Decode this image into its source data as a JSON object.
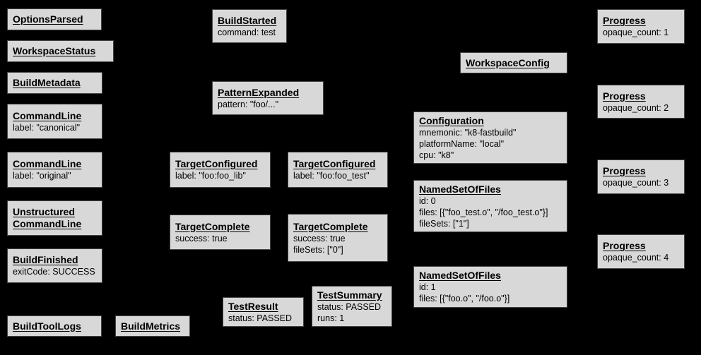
{
  "diagram": {
    "background": "#000000",
    "node_fill": "#d8d8d8",
    "node_border": "#454545",
    "text_color": "#000000"
  },
  "nodes": [
    {
      "title_lines": [
        "OptionsParsed"
      ],
      "lines": []
    },
    {
      "title_lines": [
        "WorkspaceStatus"
      ],
      "lines": []
    },
    {
      "title_lines": [
        "BuildMetadata"
      ],
      "lines": []
    },
    {
      "title_lines": [
        "CommandLine"
      ],
      "lines": [
        "label: \"canonical\""
      ]
    },
    {
      "title_lines": [
        "CommandLine"
      ],
      "lines": [
        "label: \"original\""
      ]
    },
    {
      "title_lines": [
        "Unstructured",
        "CommandLine"
      ],
      "lines": []
    },
    {
      "title_lines": [
        "BuildFinished"
      ],
      "lines": [
        "exitCode: SUCCESS"
      ]
    },
    {
      "title_lines": [
        "BuildToolLogs"
      ],
      "lines": []
    },
    {
      "title_lines": [
        "BuildMetrics"
      ],
      "lines": []
    },
    {
      "title_lines": [
        "BuildStarted"
      ],
      "lines": [
        "command: test"
      ]
    },
    {
      "title_lines": [
        "PatternExpanded"
      ],
      "lines": [
        "pattern: \"foo/...\""
      ]
    },
    {
      "title_lines": [
        "TargetConfigured"
      ],
      "lines": [
        "label: \"foo:foo_lib\""
      ]
    },
    {
      "title_lines": [
        "TargetConfigured"
      ],
      "lines": [
        "label: \"foo:foo_test\""
      ]
    },
    {
      "title_lines": [
        "TargetComplete"
      ],
      "lines": [
        "success: true"
      ]
    },
    {
      "title_lines": [
        "TargetComplete"
      ],
      "lines": [
        "success: true",
        "fileSets: [\"0\"]"
      ]
    },
    {
      "title_lines": [
        "TestResult"
      ],
      "lines": [
        "status: PASSED"
      ]
    },
    {
      "title_lines": [
        "TestSummary"
      ],
      "lines": [
        "status: PASSED",
        "runs: 1"
      ]
    },
    {
      "title_lines": [
        "WorkspaceConfig"
      ],
      "lines": []
    },
    {
      "title_lines": [
        "Configuration"
      ],
      "lines": [
        "mnemonic: \"k8-fastbuild\"",
        "platformName: \"local\"",
        "cpu: \"k8\""
      ]
    },
    {
      "title_lines": [
        "NamedSetOfFiles"
      ],
      "lines": [
        "id: 0",
        "files: [{\"foo_test.o\", \"/foo_test.o\"}]",
        "fileSets: [\"1\"]"
      ]
    },
    {
      "title_lines": [
        "NamedSetOfFiles"
      ],
      "lines": [
        "id: 1",
        "files: [{\"foo.o\", \"/foo.o\"}]"
      ]
    },
    {
      "title_lines": [
        "Progress"
      ],
      "lines": [
        "opaque_count: 1"
      ]
    },
    {
      "title_lines": [
        "Progress"
      ],
      "lines": [
        "opaque_count: 2"
      ]
    },
    {
      "title_lines": [
        "Progress"
      ],
      "lines": [
        "opaque_count: 3"
      ]
    },
    {
      "title_lines": [
        "Progress"
      ],
      "lines": [
        "opaque_count: 4"
      ]
    }
  ]
}
